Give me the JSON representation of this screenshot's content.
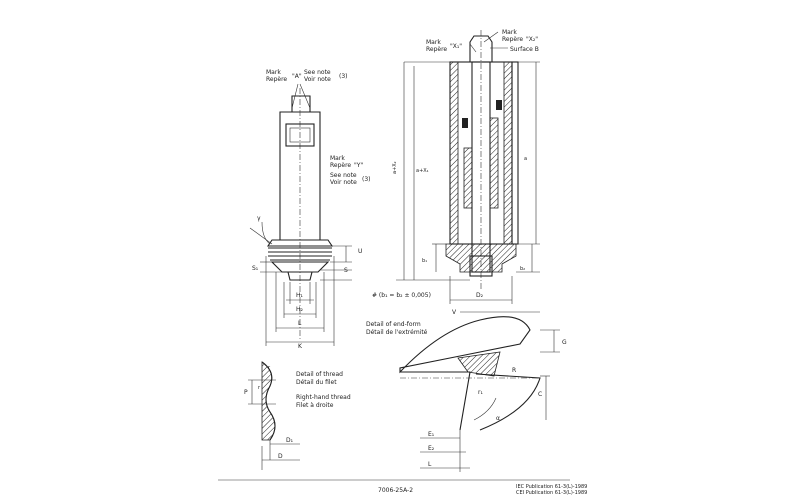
{
  "left": {
    "mark_a": [
      "Mark",
      "Repère",
      "\"A\"",
      "See note",
      "Voir note",
      "(3)"
    ],
    "mark_y": [
      "Mark",
      "Repère",
      "\"Y\"",
      "See note",
      "Voir note",
      "(3)"
    ],
    "dims": {
      "gamma": "γ",
      "u": "U",
      "s1": "S₁",
      "s": "S",
      "h1": "H₁",
      "h2": "H₂",
      "l": "L",
      "k": "K"
    }
  },
  "thread": {
    "detail": [
      "Detail of thread",
      "Détail du filet"
    ],
    "hand": [
      "Right-hand thread",
      "Filet à droite"
    ],
    "dims": {
      "r_top": "r",
      "r_bot": "r",
      "p": "P",
      "d1": "D₁",
      "d": "D"
    }
  },
  "right": {
    "mark_x1": [
      "Mark",
      "Repère",
      "\"X₁\""
    ],
    "mark_x2": [
      "Mark",
      "Repère",
      "\"X₂\""
    ],
    "surface_b": "Surface B",
    "dims": {
      "a_x2": "a+X₂",
      "a_x1": "a+X₁",
      "a": "a",
      "b1": "b₁",
      "b2": "b₂",
      "d2": "D₂"
    },
    "formula": "# (b₁ = b₂ ± 0,005)"
  },
  "endform": {
    "detail": [
      "Detail of end-form",
      "Détail de l'extrémité"
    ],
    "dims": {
      "v": "V",
      "g": "G",
      "r": "R",
      "r1": "r₁",
      "c": "C",
      "alpha": "α",
      "e1": "E₁",
      "e2": "E₂",
      "l": "L"
    }
  },
  "footer": {
    "number": "7006-25A-2",
    "pub1": "IEC Publication 61-3(L)-1989",
    "pub2": "CEI Publication 61-3(L)-1989"
  }
}
